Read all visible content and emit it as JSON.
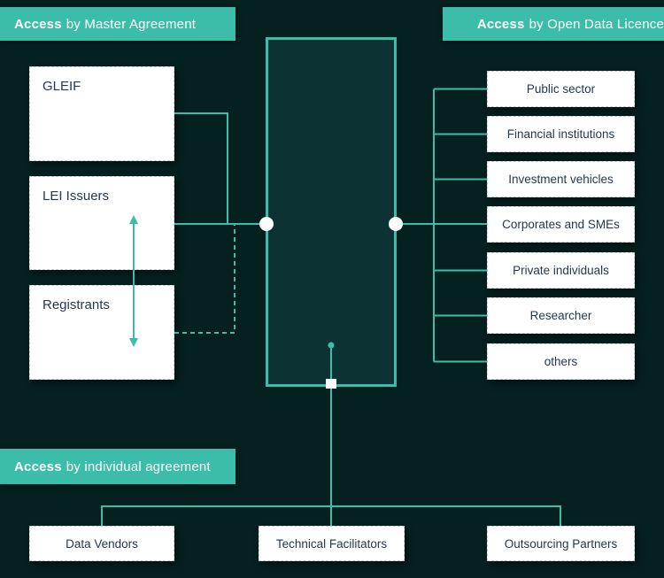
{
  "banners": {
    "master": {
      "accent": "Access",
      "rest": "by Master Agreement"
    },
    "open_data": {
      "accent": "Access",
      "rest": "by Open Data Licence"
    },
    "individual": {
      "accent": "Access",
      "rest": "by individual agreement"
    }
  },
  "left_nodes": [
    {
      "label": "GLEIF"
    },
    {
      "label": "LEI Issuers"
    },
    {
      "label": "Registrants"
    }
  ],
  "right_nodes": [
    {
      "label": "Public sector"
    },
    {
      "label": "Financial institutions"
    },
    {
      "label": "Investment vehicles"
    },
    {
      "label": "Corporates and SMEs"
    },
    {
      "label": "Private individuals"
    },
    {
      "label": "Researcher"
    },
    {
      "label": "others"
    }
  ],
  "bottom_nodes": [
    {
      "label": "Data Vendors"
    },
    {
      "label": "Technical Facilitators"
    },
    {
      "label": "Outsourcing Partners"
    }
  ],
  "colors": {
    "accent_teal": "#3bbdaa",
    "background": "#05211f",
    "center_fill": "#0c3234",
    "node_text": "#26384e"
  }
}
